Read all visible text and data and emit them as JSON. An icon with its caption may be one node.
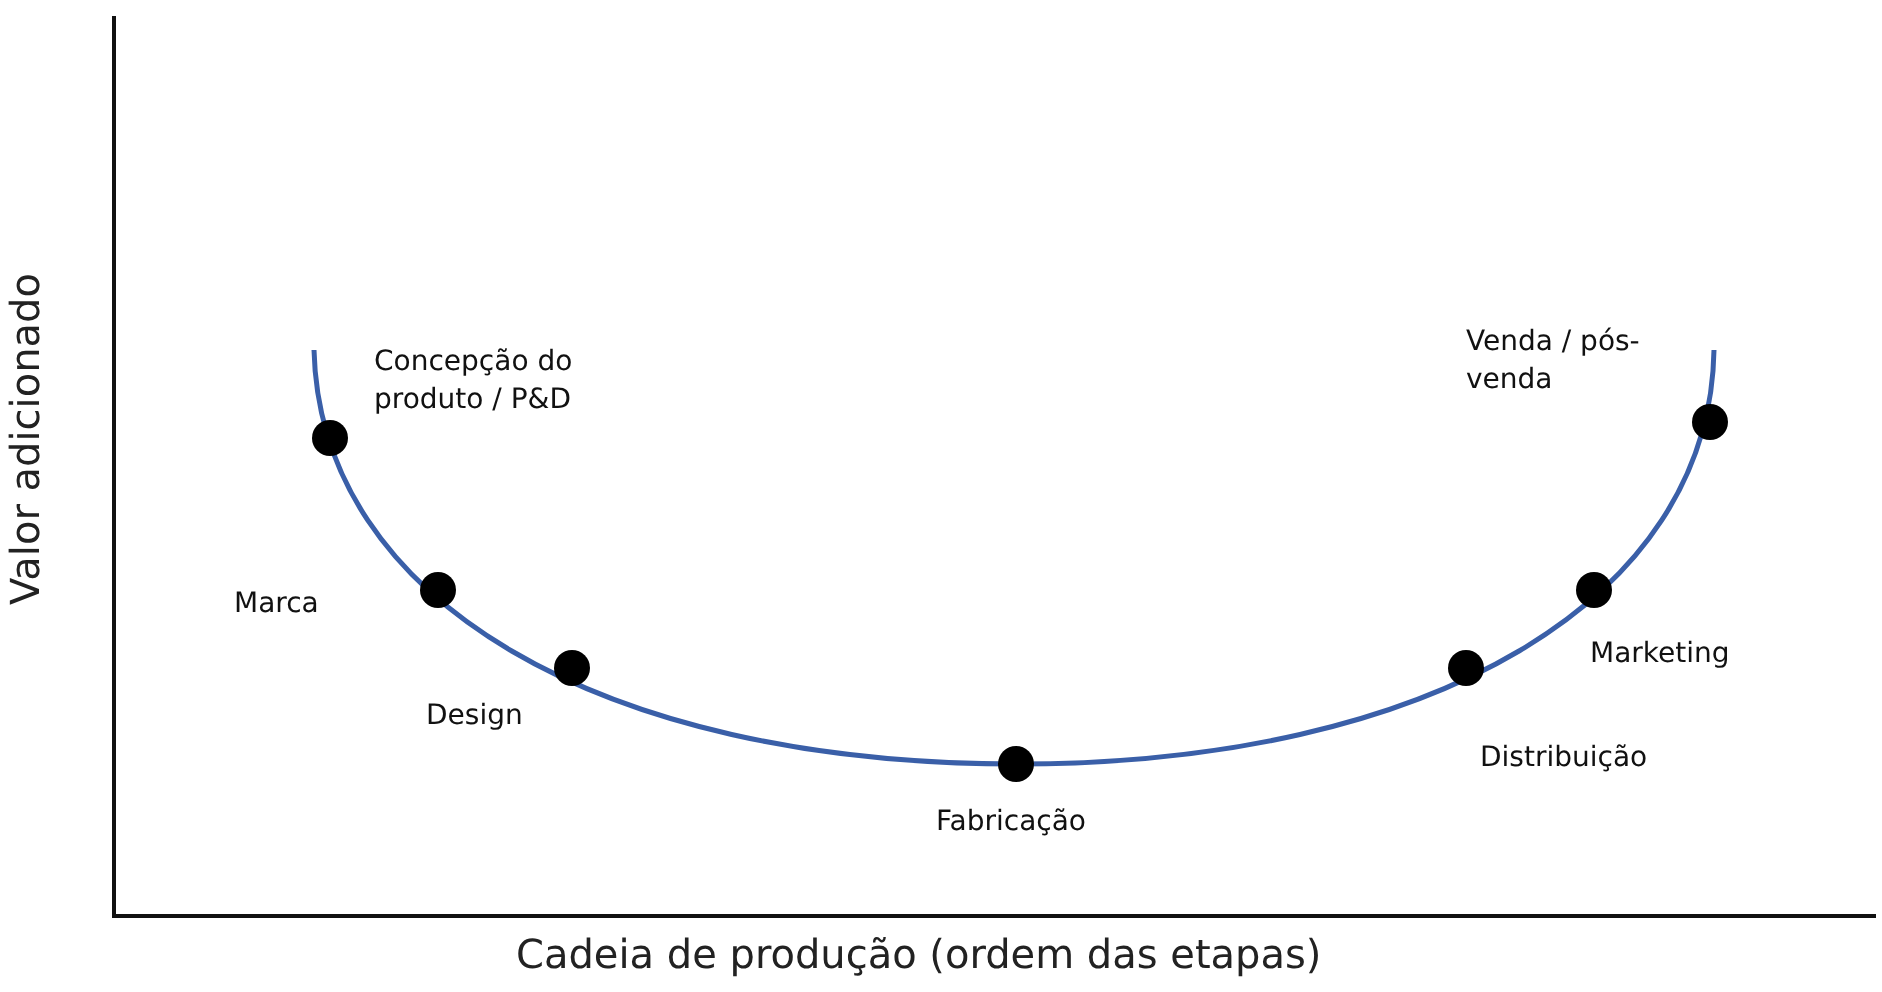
{
  "diagram": {
    "labels": [
      "Valor adicionado",
      "Concepção do produto / P&D",
      "Venda / pós-venda",
      "Marca",
      "Marketing",
      "Design",
      "Distribuição",
      "Fabricação",
      "Cadeia de produção (ordem das etapas)"
    ]
  }
}
